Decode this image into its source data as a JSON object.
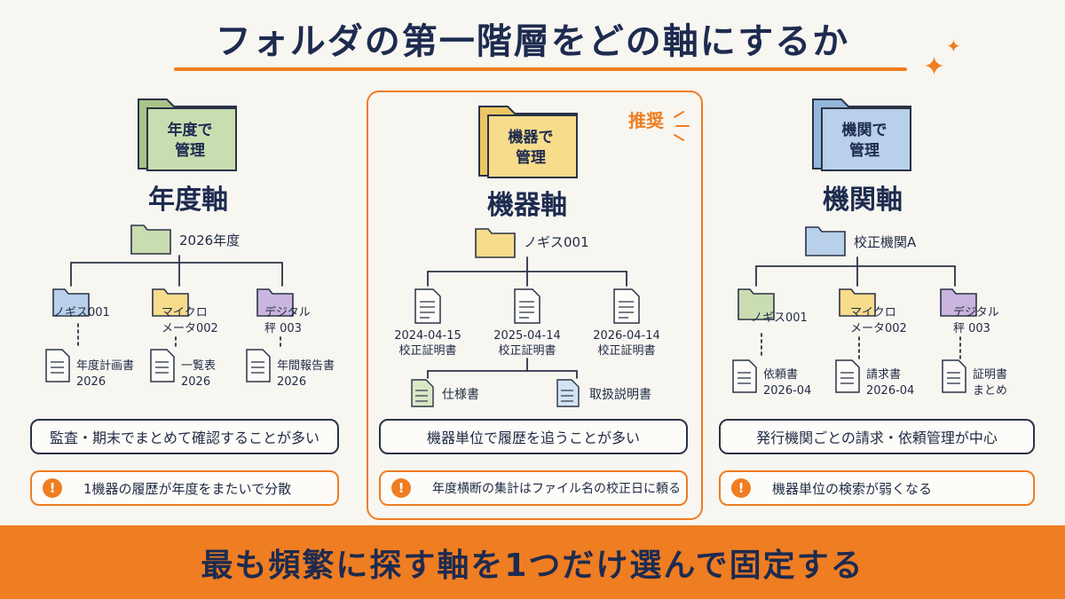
{
  "title": "フォルダの第一階層をどの軸にするか",
  "colors": {
    "accent": "#ef7d22",
    "navy": "#1d2b4f",
    "green": "#c9ddb0",
    "yellow": "#f7dc8c",
    "blue": "#b8d0ea",
    "purple": "#c9b5de"
  },
  "columns": [
    {
      "folder_label": "年度で\n管理",
      "axis_title": "年度軸",
      "root": "2026年度",
      "children": [
        {
          "label": "ノギス001",
          "doc": "年度計画書\n2026"
        },
        {
          "label": "マイクロ\nメータ002",
          "doc": "一覧表\n2026"
        },
        {
          "label": "デジタル\n秤 003",
          "doc": "年間報告書\n2026"
        }
      ],
      "info": "監査・期末でまとめて確認することが多い",
      "warning": "1機器の履歴が年度をまたいで分散"
    },
    {
      "recommend": "推奨",
      "folder_label": "機器で\n管理",
      "axis_title": "機器軸",
      "root": "ノギス001",
      "certs": [
        "2024-04-15\n校正証明書",
        "2025-04-14\n校正証明書",
        "2026-04-14\n校正証明書"
      ],
      "extra_docs": [
        "仕様書",
        "取扱説明書"
      ],
      "info": "機器単位で履歴を追うことが多い",
      "warning": "年度横断の集計はファイル名の校正日に頼る"
    },
    {
      "folder_label": "機関で\n管理",
      "axis_title": "機関軸",
      "root": "校正機関A",
      "children": [
        {
          "label": "ノギス001",
          "doc": "依頼書\n2026-04"
        },
        {
          "label": "マイクロ\nメータ002",
          "doc": "請求書\n2026-04"
        },
        {
          "label": "デジタル\n秤 003",
          "doc": "証明書\nまとめ"
        }
      ],
      "info": "発行機関ごとの請求・依頼管理が中心",
      "warning": "機器単位の検索が弱くなる"
    }
  ],
  "warning_icon": "exclamation-icon",
  "banner": "最も頻繁に探す軸を1つだけ選んで固定する"
}
